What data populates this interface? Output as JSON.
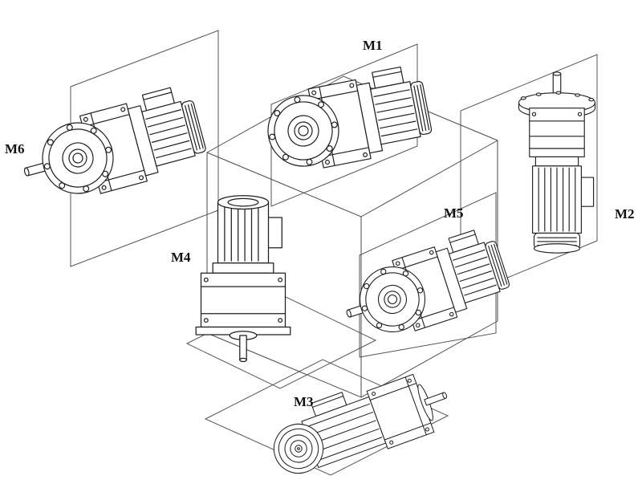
{
  "diagram": {
    "labels": {
      "m1": "M1",
      "m2": "M2",
      "m3": "M3",
      "m4": "M4",
      "m5": "M5",
      "m6": "M6"
    },
    "colors": {
      "background": "#ffffff",
      "line": "#1f1f1f",
      "plane_line": "#555555"
    }
  }
}
